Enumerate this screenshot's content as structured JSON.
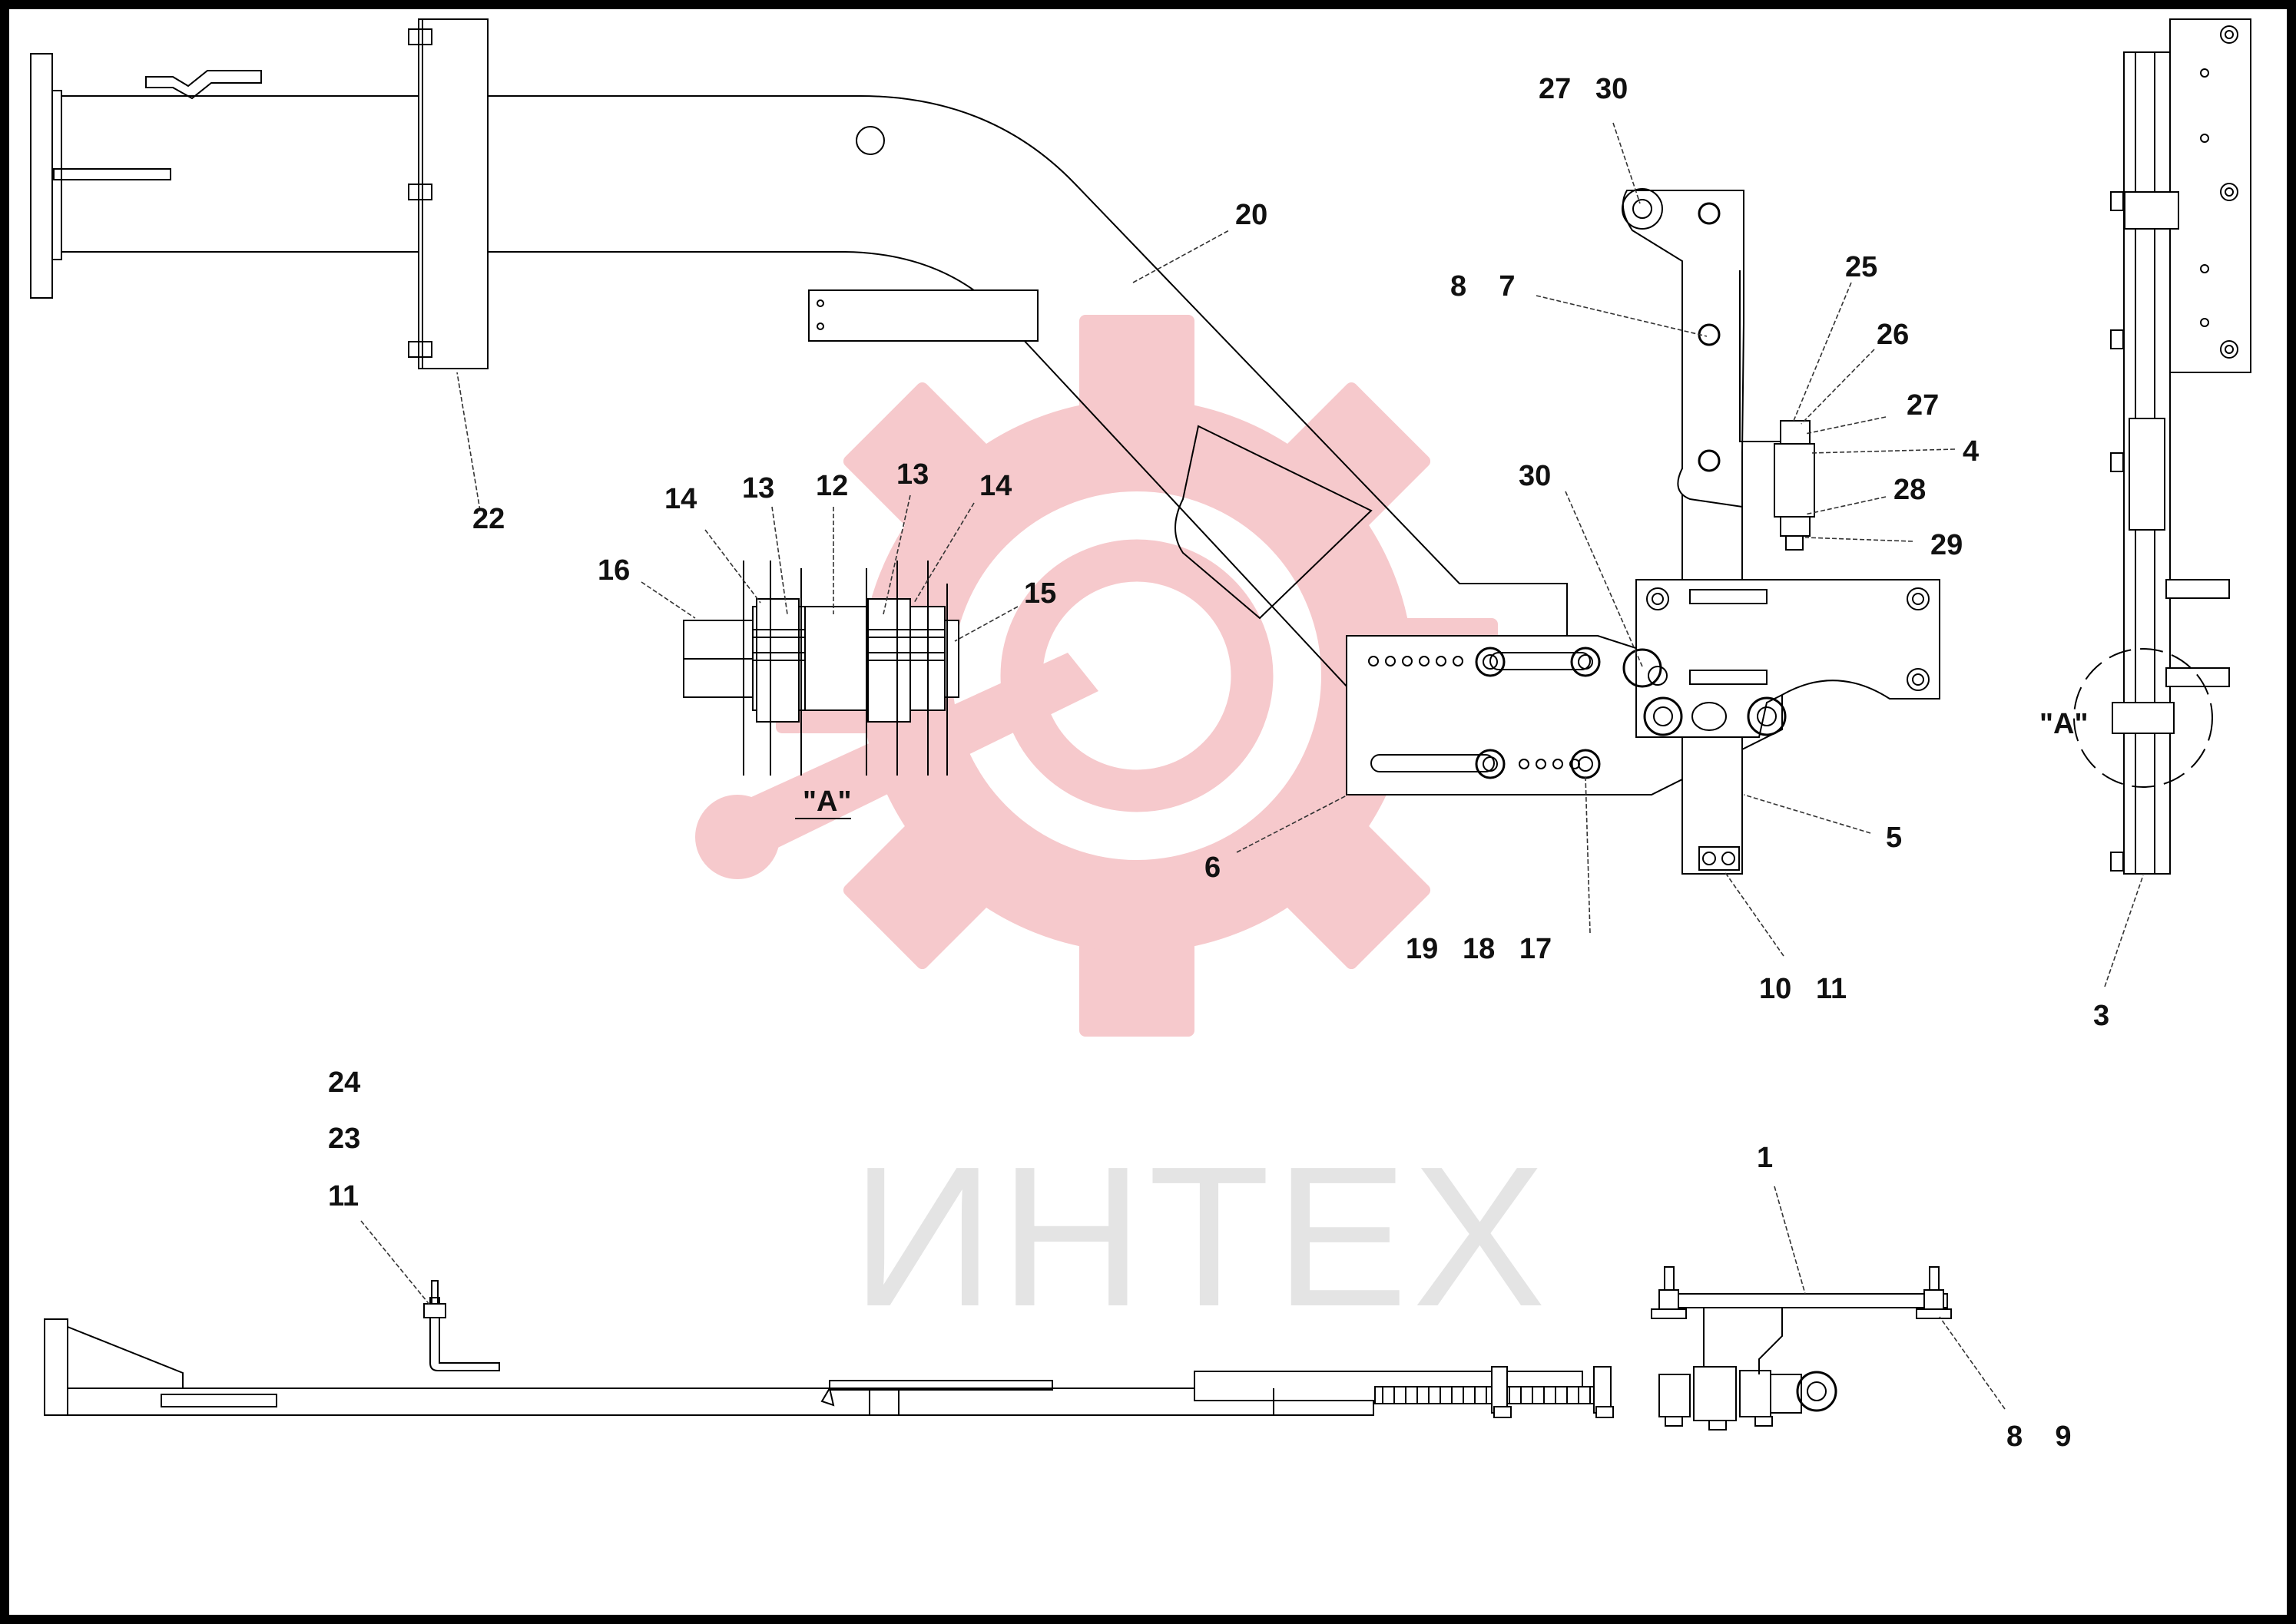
{
  "watermark": {
    "text": "ИНТЕХ",
    "gear_color": "#f6c9cc",
    "text_color": "#e4e4e4",
    "icon": "gear-wrench-logo-icon"
  },
  "view_label": "\"A\"",
  "callouts": {
    "c_27_30": "27   30",
    "c_20": "20",
    "c_8_7": "8    7",
    "c_25": "25",
    "c_26": "26",
    "c_27": "27",
    "c_4": "4",
    "c_28": "28",
    "c_29": "29",
    "c_30": "30",
    "c_22": "22",
    "c_14a": "14",
    "c_13a": "13",
    "c_12": "12",
    "c_13b": "13",
    "c_14b": "14",
    "c_16": "16",
    "c_15": "15",
    "c_5": "5",
    "c_6": "6",
    "c_19_18_17": "19   18   17",
    "c_10_11": "10   11",
    "c_3": "3",
    "c_24": "24",
    "c_23": "23",
    "c_11": "11",
    "c_1": "1",
    "c_8_9": "8    9"
  }
}
